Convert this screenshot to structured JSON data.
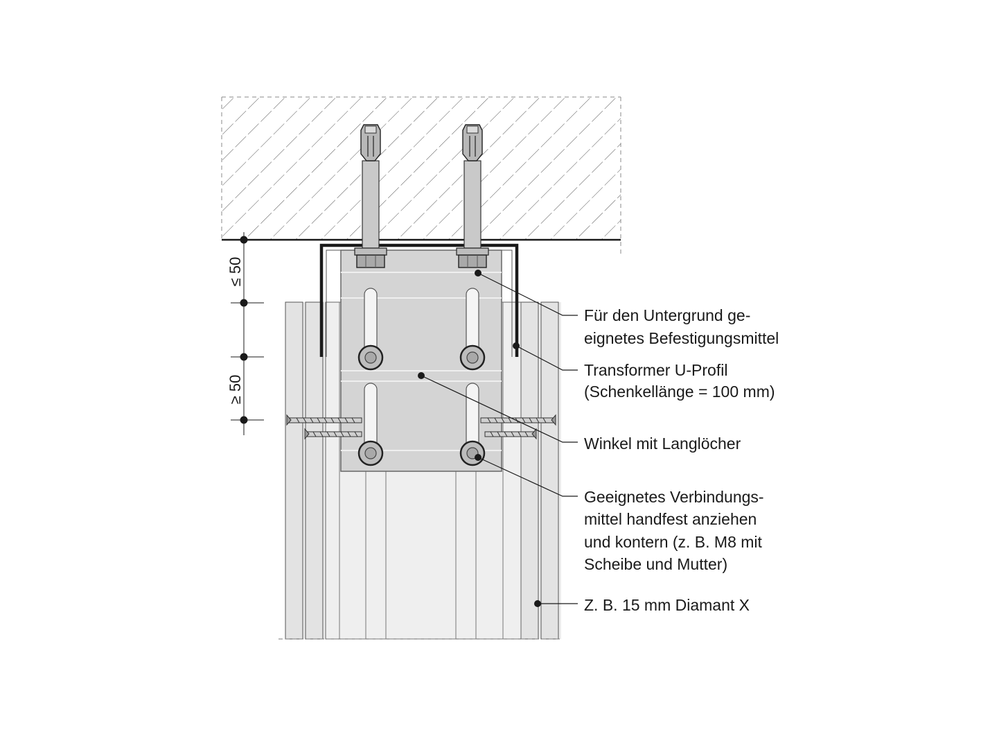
{
  "labels": {
    "fastener": [
      "Für den Untergrund ge-",
      "eignetes Befestigungsmittel"
    ],
    "u_profile": [
      "Transformer U-Profil",
      "(Schenkellänge = 100 mm)"
    ],
    "angle": [
      "Winkel mit Langlöcher"
    ],
    "connector": [
      "Geeignetes Verbindungs-",
      "mittel handfest anziehen",
      "und kontern (z. B. M8 mit",
      "Scheibe und Mutter)"
    ],
    "board": [
      "Z. B. 15 mm Diamant X"
    ]
  },
  "dimensions": {
    "upper": "≤ 50",
    "lower": "≥ 50"
  },
  "colors": {
    "line": "#1a1a1a",
    "plate": "#d2d2d2",
    "board": "#e6e6e6",
    "bolt": "#b5b5b5"
  }
}
